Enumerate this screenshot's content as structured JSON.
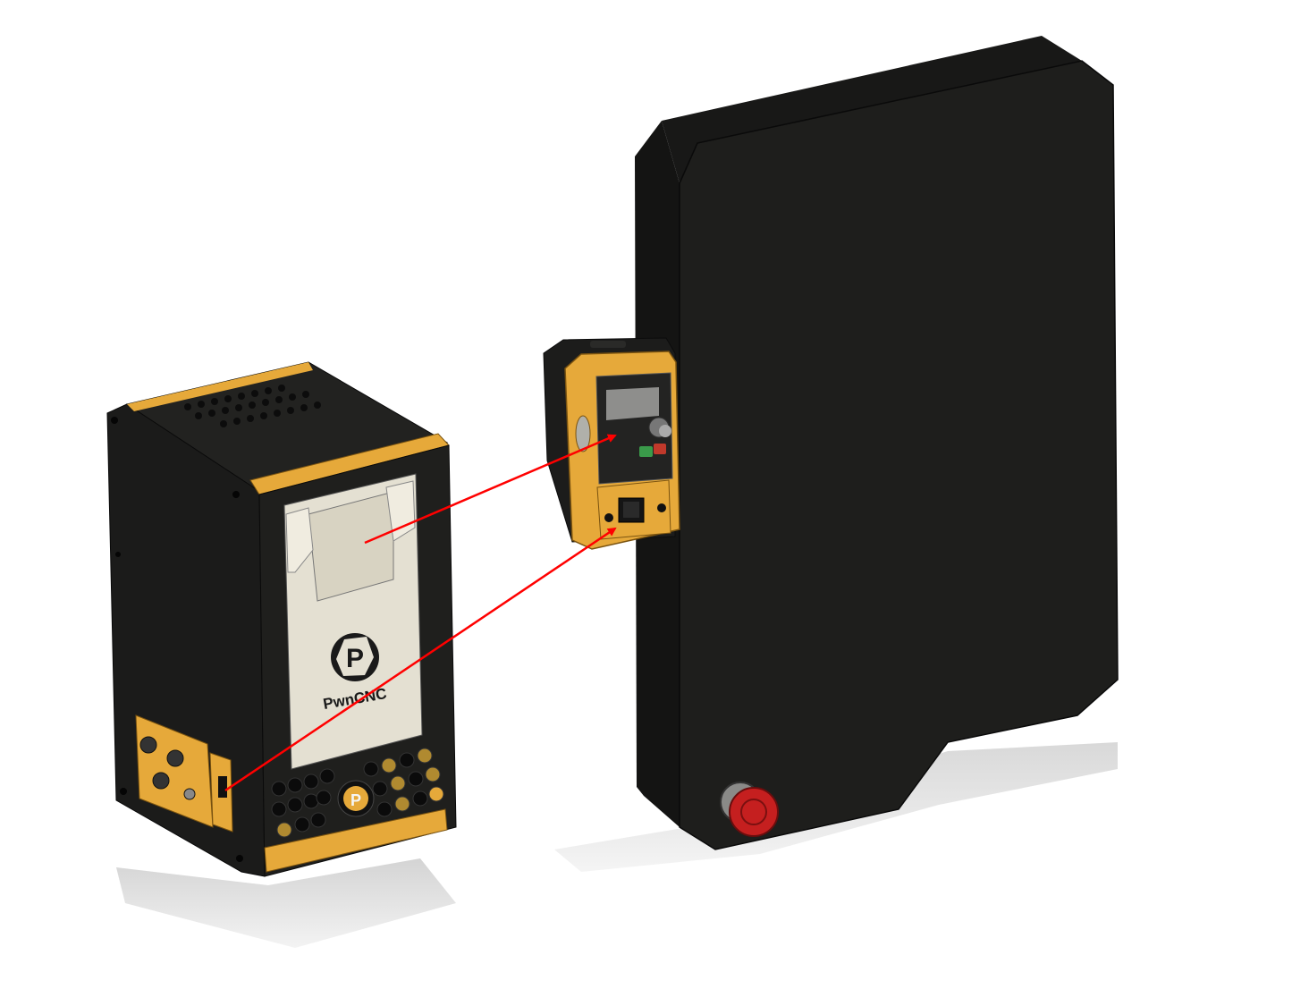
{
  "controller_box": {
    "logo_letter": "P",
    "brand_text": "PwnCNC",
    "badge_letter": "P"
  },
  "colors": {
    "body": "#1f1f1d",
    "trim_gold": "#e6a93a",
    "faceplate": "#e4e0d2",
    "arrow": "#ff0000",
    "estop_red": "#c51f1f",
    "button_green": "#3a9a4a",
    "button_red": "#c0392b"
  }
}
